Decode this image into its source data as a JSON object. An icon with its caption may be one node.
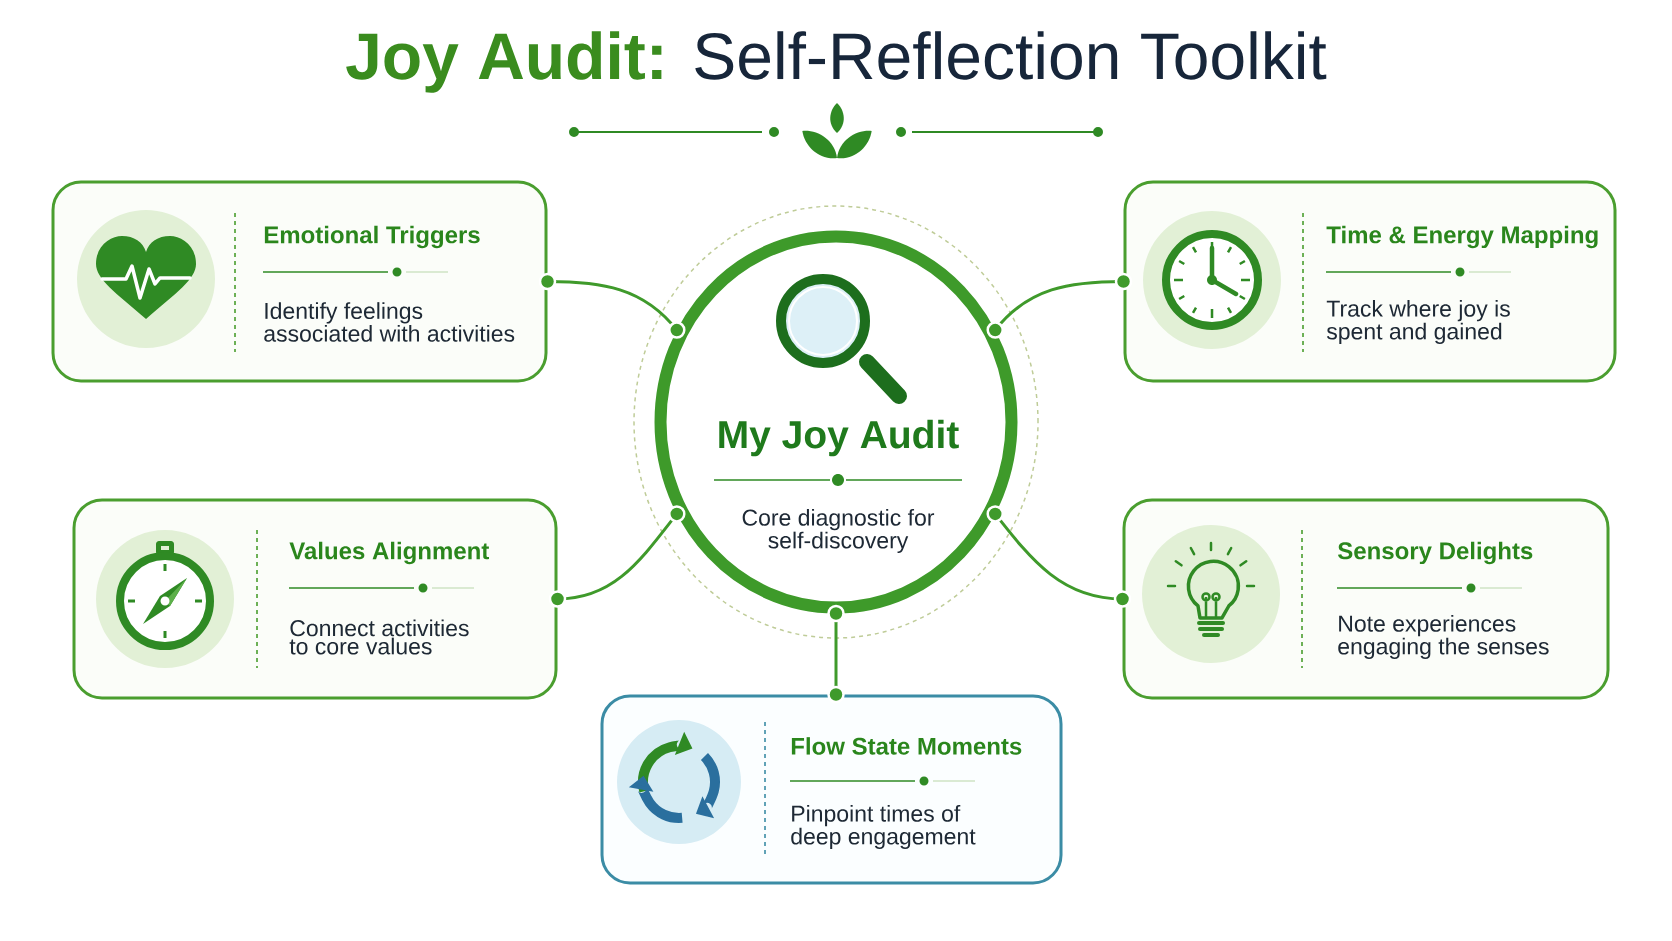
{
  "diagram": {
    "title": "**Joy Audit:** Self-Reflection Toolkit",
    "nodes": [
      {
        "text": [
          "Emotional Triggers",
          "Identify feelings associated with activities"
        ]
      },
      {
        "text": [
          "My Joy Audit",
          "Core diagnostic for self-discovery"
        ]
      },
      {
        "text": [
          "Time & Energy Mapping",
          "Track where joy is spent and gained"
        ]
      },
      {
        "text": [
          "Values Alignment",
          "Connect activities to core values"
        ]
      },
      {
        "text": [
          "Sensory Delights",
          "Note experiences engaging the senses"
        ]
      },
      {
        "text": [
          "Flow State Moments",
          "Pinpoint times of deep engagement"
        ]
      }
    ],
    "edges": [
      {
        "from": 1,
        "to": 0,
        "arrow": "other"
      },
      {
        "from": 1,
        "to": 2,
        "arrow": "other"
      },
      {
        "from": 1,
        "to": 3,
        "arrow": "other"
      },
      {
        "from": 1,
        "to": 4,
        "arrow": "other"
      },
      {
        "from": 1,
        "to": 5,
        "arrow": "other"
      }
    ]
  }
}
